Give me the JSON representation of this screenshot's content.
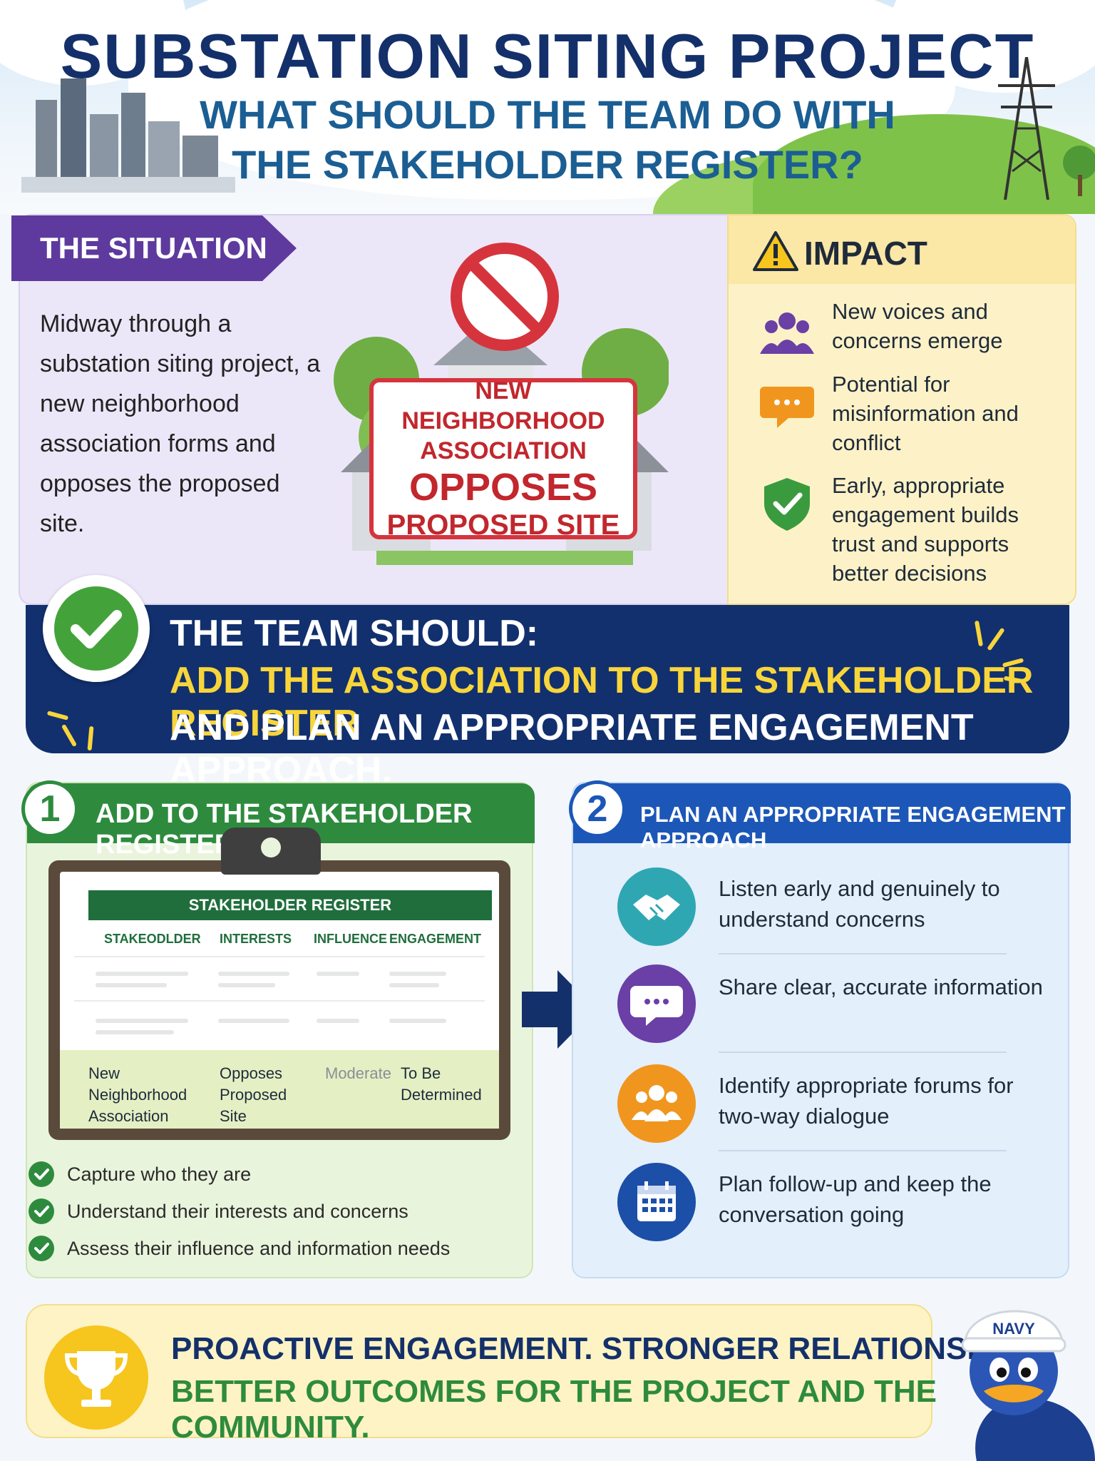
{
  "header": {
    "title": "SUBSTATION SITING PROJECT",
    "subtitle": "WHAT SHOULD THE TEAM DO WITH THE STAKEHOLDER REGISTER?"
  },
  "situation": {
    "tag": "THE SITUATION",
    "text": "Midway through a substation siting project, a new neighborhood association forms and opposes the proposed site.",
    "sign": {
      "line1": "NEW NEIGHBORHOOD",
      "line2": "ASSOCIATION",
      "line3": "OPPOSES",
      "line4": "PROPOSED SITE"
    }
  },
  "impact": {
    "title": "IMPACT",
    "items": [
      {
        "text": "New voices and concerns emerge",
        "icon": "group-icon"
      },
      {
        "text": "Potential for misinformation and conflict",
        "icon": "chat-bubble-icon"
      },
      {
        "text": "Early, appropriate engagement builds trust and supports better decisions",
        "icon": "shield-check-icon"
      }
    ]
  },
  "team": {
    "line1": "THE TEAM SHOULD:",
    "line2": "ADD THE ASSOCIATION TO THE STAKEHOLDER REGISTER",
    "line3": "AND PLAN AN APPROPRIATE ENGAGEMENT APPROACH."
  },
  "step1": {
    "number": "1",
    "title": "ADD TO THE STAKEHOLDER REGISTER",
    "register": {
      "title": "STAKEHOLDER REGISTER",
      "columns": [
        "STAKEODLDER",
        "INTERESTS",
        "INFLUENCE",
        "ENGAGEMENT"
      ],
      "row": [
        "New Neighborhood Association",
        "Opposes Proposed Site",
        "Moderate",
        "To Be Determined"
      ]
    },
    "checks": [
      "Capture who they are",
      "Understand their interests and concerns",
      "Assess their influence and information needs"
    ]
  },
  "step2": {
    "number": "2",
    "title": "PLAN AN APPROPRIATE ENGAGEMENT APPROACH",
    "items": [
      {
        "text": "Listen early and genuinely to understand concerns",
        "icon": "handshake-icon",
        "color": "#2fa7b3"
      },
      {
        "text": "Share clear, accurate information",
        "icon": "chat-bubble-icon",
        "color": "#6a3fa6"
      },
      {
        "text": "Identify appropriate forums for two-way dialogue",
        "icon": "group-icon",
        "color": "#f0961e"
      },
      {
        "text": "Plan follow-up and keep the conversation going",
        "icon": "calendar-icon",
        "color": "#1c4fa8"
      }
    ]
  },
  "footer": {
    "line1": "PROACTIVE ENGAGEMENT.  STRONGER RELATIONSHIPS.",
    "line2": "BETTER OUTCOMES FOR THE PROJECT AND THE COMMUNITY."
  },
  "mascot": {
    "cap_text": "NAVY"
  },
  "colors": {
    "navy": "#14306b",
    "purple": "#5e3a9e",
    "green": "#2e8b3e",
    "blue": "#1c57b8",
    "yellow": "#f8d53a",
    "red": "#d6343d"
  }
}
